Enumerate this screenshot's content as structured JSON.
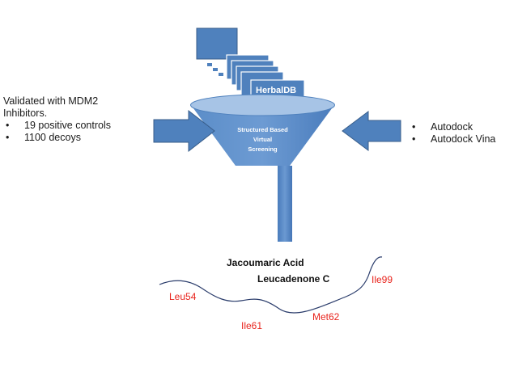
{
  "database": {
    "label": "HerbalDB"
  },
  "funnel": {
    "label_lines": [
      "Structured Based",
      "Virtual",
      "Screening"
    ]
  },
  "validation": {
    "heading_lines": [
      "Validated with MDM2",
      "Inhibitors."
    ],
    "items": [
      "19 positive controls",
      "1100 decoys"
    ]
  },
  "docking": {
    "items": [
      "Autodock",
      "Autodock Vina"
    ]
  },
  "ligands": [
    "Jacoumaric Acid",
    "Leucadenone C"
  ],
  "residues": [
    "Leu54",
    "Ile61",
    "Met62",
    "Ile99"
  ],
  "colors": {
    "box_fill": "#4f81bd",
    "box_stroke": "#385d8a",
    "funnel_top": "#a7c4e6",
    "residue_text": "#e8231c",
    "pocket_line": "#2a3c6b"
  }
}
